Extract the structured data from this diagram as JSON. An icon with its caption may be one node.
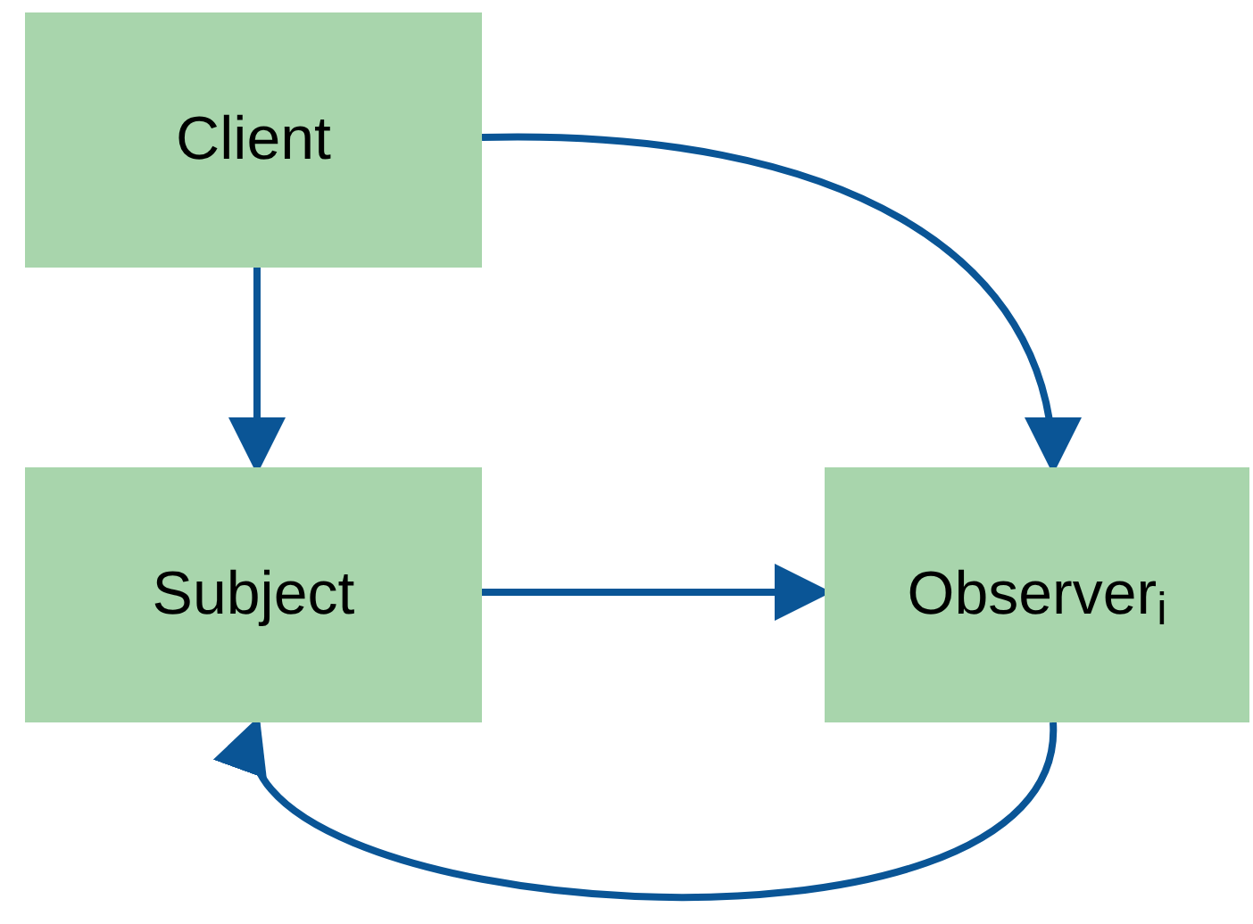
{
  "diagram": {
    "nodes": [
      {
        "text": [
          "Client"
        ]
      },
      {
        "text": [
          "Subject"
        ]
      },
      {
        "text": [
          "Observer$_{i}$"
        ]
      }
    ],
    "edges": [
      {
        "from": 0,
        "to": 2,
        "arrow": "to"
      },
      {
        "from": 0,
        "to": 1,
        "arrow": "to"
      },
      {
        "from": 1,
        "to": 2,
        "arrow": "to"
      },
      {
        "from": 2,
        "to": 1,
        "arrow": "to"
      }
    ]
  }
}
